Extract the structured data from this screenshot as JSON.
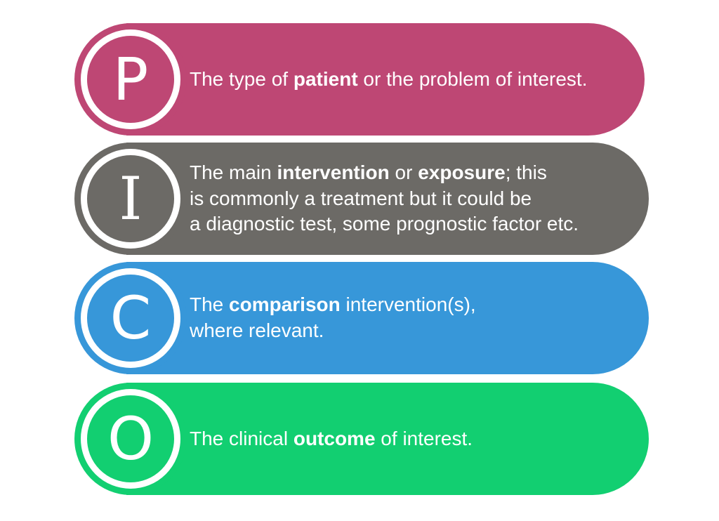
{
  "rows": [
    {
      "letter": "P",
      "color": "#be4774",
      "lines": [
        [
          {
            "t": "The type of ",
            "b": false
          },
          {
            "t": "patient",
            "b": true
          },
          {
            "t": " or the problem of interest.",
            "b": false
          }
        ]
      ]
    },
    {
      "letter": "I",
      "color": "#6c6a66",
      "lines": [
        [
          {
            "t": "The main ",
            "b": false
          },
          {
            "t": "intervention",
            "b": true
          },
          {
            "t": " or ",
            "b": false
          },
          {
            "t": "exposure",
            "b": true
          },
          {
            "t": "; this",
            "b": false
          }
        ],
        [
          {
            "t": "is commonly a treatment but it could be",
            "b": false
          }
        ],
        [
          {
            "t": "a diagnostic test, some prognostic factor etc.",
            "b": false
          }
        ]
      ]
    },
    {
      "letter": "C",
      "color": "#3797d9",
      "lines": [
        [
          {
            "t": "The ",
            "b": false
          },
          {
            "t": "comparison",
            "b": true
          },
          {
            "t": " intervention(s),",
            "b": false
          }
        ],
        [
          {
            "t": "where relevant.",
            "b": false
          }
        ]
      ]
    },
    {
      "letter": "O",
      "color": "#12cf71",
      "lines": [
        [
          {
            "t": "The clinical ",
            "b": false
          },
          {
            "t": "outcome",
            "b": true
          },
          {
            "t": " of interest.",
            "b": false
          }
        ]
      ]
    }
  ]
}
